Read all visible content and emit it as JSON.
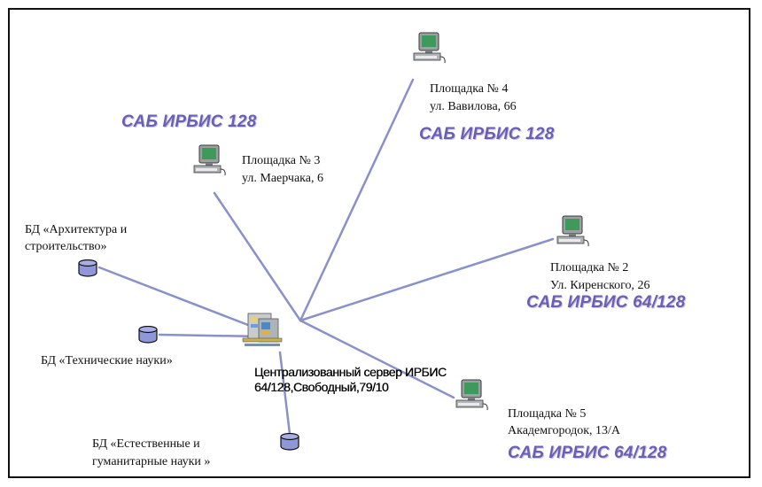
{
  "sites": [
    {
      "label": "Площадка № 4",
      "address": "ул. Вавилова, 66",
      "software": "САБ ИРБИС 128"
    },
    {
      "label": "Площадка № 3",
      "address": "ул. Маерчака, 6",
      "software": "САБ ИРБИС 128"
    },
    {
      "label": "Площадка № 2",
      "address": "Ул. Киренского, 26",
      "software": "САБ ИРБИС 64/128"
    },
    {
      "label": "Площадка № 5",
      "address": "Академгородок, 13/А",
      "software": "САБ ИРБИС 64/128"
    }
  ],
  "databases": [
    {
      "line1": "БД «Архитектура и",
      "line2": "строительство»"
    },
    {
      "line1": "БД «Технические науки»"
    },
    {
      "line1": "БД «Естественные и",
      "line2": "гуманитарные науки »"
    }
  ],
  "server": {
    "line1": "Централизованный сервер ИРБИС",
    "line2": "64/128,Свободный,79/10"
  },
  "colors": {
    "link": "#8a90c8",
    "accent": "#6b5fb4",
    "db_fill": "#8f97d8"
  },
  "icons": {
    "workstation": "computer-icon",
    "database": "database-icon",
    "server": "server-icon"
  }
}
